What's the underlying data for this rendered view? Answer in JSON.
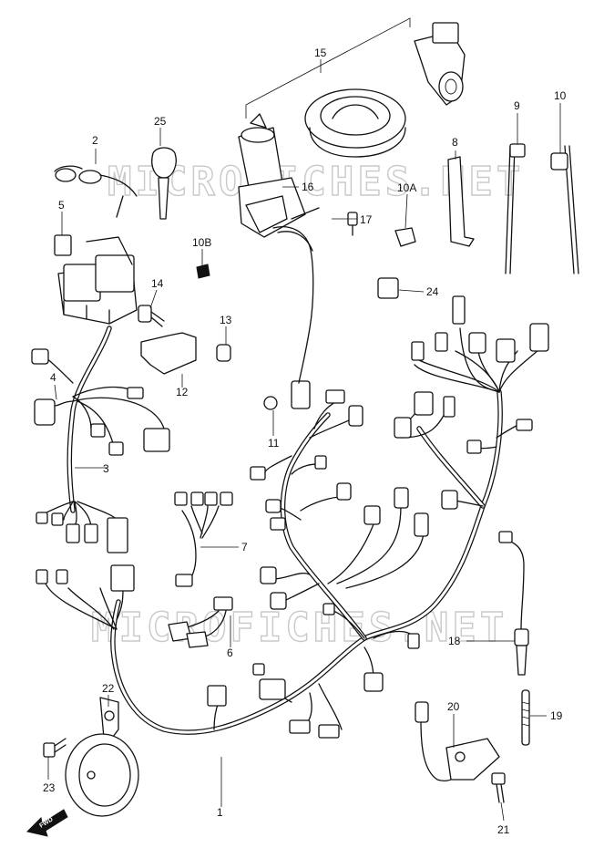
{
  "diagram": {
    "watermark": "MICROFICHES.NET",
    "direction_label": "FWD",
    "callouts": [
      "1",
      "2",
      "3",
      "4",
      "5",
      "6",
      "7",
      "8",
      "9",
      "10",
      "10A",
      "10B",
      "11",
      "12",
      "13",
      "14",
      "15",
      "16",
      "17",
      "18",
      "19",
      "20",
      "21",
      "22",
      "23",
      "24",
      "25"
    ]
  }
}
